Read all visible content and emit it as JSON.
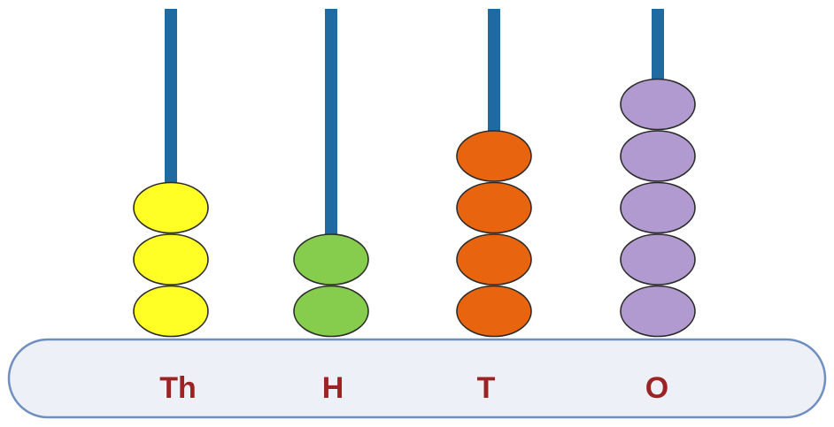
{
  "abacus": {
    "colors": {
      "rod": "#1f6aa0",
      "base_fill": "#edf0f6",
      "base_stroke": "#6f8fbf",
      "label": "#9b2323",
      "bead_stroke": "#2b2b2b"
    },
    "columns": [
      {
        "label": "Th",
        "beads": 3,
        "bead_color": "#ffff26"
      },
      {
        "label": "H",
        "beads": 2,
        "bead_color": "#86cd4e"
      },
      {
        "label": "T",
        "beads": 4,
        "bead_color": "#e8640e"
      },
      {
        "label": "O",
        "beads": 5,
        "bead_color": "#b19ad0"
      }
    ]
  }
}
